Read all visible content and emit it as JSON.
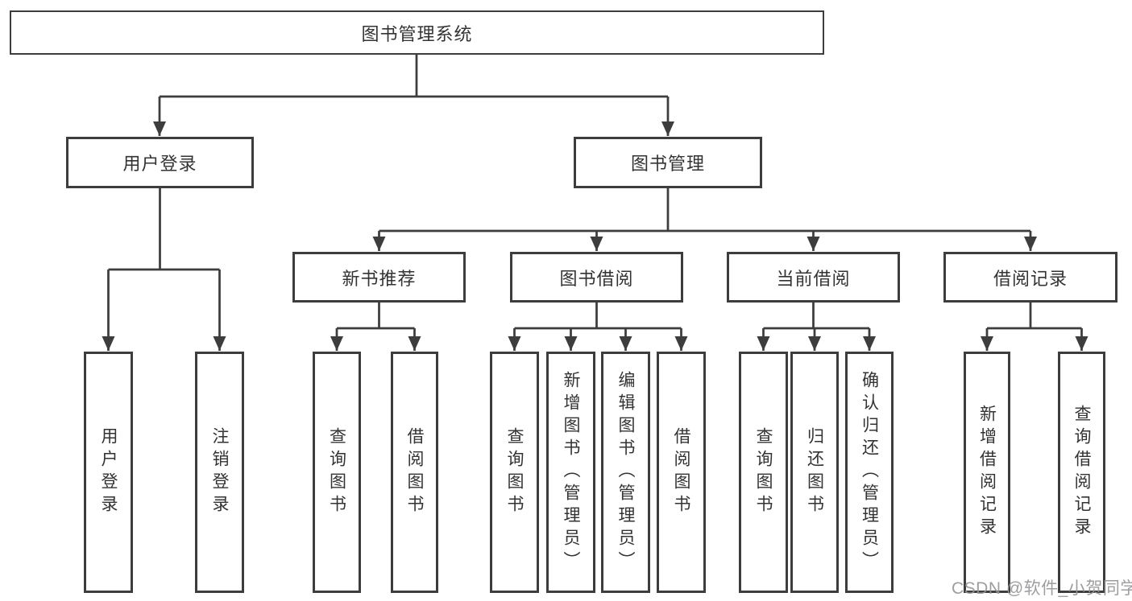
{
  "diagram": {
    "title": "图书管理系统",
    "root": "图书管理系统",
    "branches": [
      {
        "label": "用户登录",
        "children": [
          "用户登录",
          "注销登录"
        ]
      },
      {
        "label": "图书管理",
        "sections": [
          {
            "label": "新书推荐",
            "children": [
              "查询图书",
              "借阅图书"
            ]
          },
          {
            "label": "图书借阅",
            "children": [
              "查询图书",
              "新增图书（管理员）",
              "编辑图书（管理员）",
              "借阅图书"
            ]
          },
          {
            "label": "当前借阅",
            "children": [
              "查询图书",
              "归还图书",
              "确认归还（管理员）"
            ]
          },
          {
            "label": "借阅记录",
            "children": [
              "新增借阅记录",
              "查询借阅记录"
            ]
          }
        ]
      }
    ]
  },
  "watermark": {
    "text": "CSDN @软件_小贺同学"
  },
  "colors": {
    "line": "#3d3d3d",
    "box_border": "#3d3d3d",
    "box_background": "#ffffff",
    "text": "#333333",
    "watermark": "#949496",
    "background": "#ffffff"
  }
}
